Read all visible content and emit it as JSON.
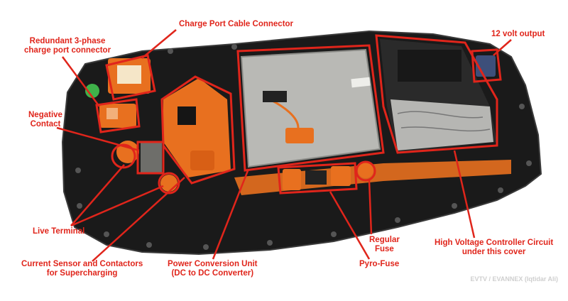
{
  "labels": {
    "charge_port_cable_connector": "Charge Port Cable Connector",
    "redundant_line1": "Redundant 3-phase",
    "redundant_line2": "charge port connector",
    "twelve_volt_output": "12 volt output",
    "negative_line1": "Negative",
    "negative_line2": "Contact",
    "live_terminal": "Live Terminal",
    "current_sensor_line1": "Current Sensor and Contactors",
    "current_sensor_line2": "for Supercharging",
    "pcu_line1": "Power Conversion Unit",
    "pcu_line2": "(DC to DC Converter)",
    "regular_line1": "Regular",
    "regular_line2": "Fuse",
    "pyro_fuse": "Pyro-Fuse",
    "hv_line1": "High Voltage Controller Circuit",
    "hv_line2": "under this cover"
  },
  "credit": "EVTV / EVANNEX (Iqtidar Ali)",
  "colors": {
    "annotation_red": "#e0251b",
    "background": "#ffffff",
    "housing": "#1a1a1a",
    "orange": "#e8701f",
    "metal": "#b9b9b5"
  }
}
